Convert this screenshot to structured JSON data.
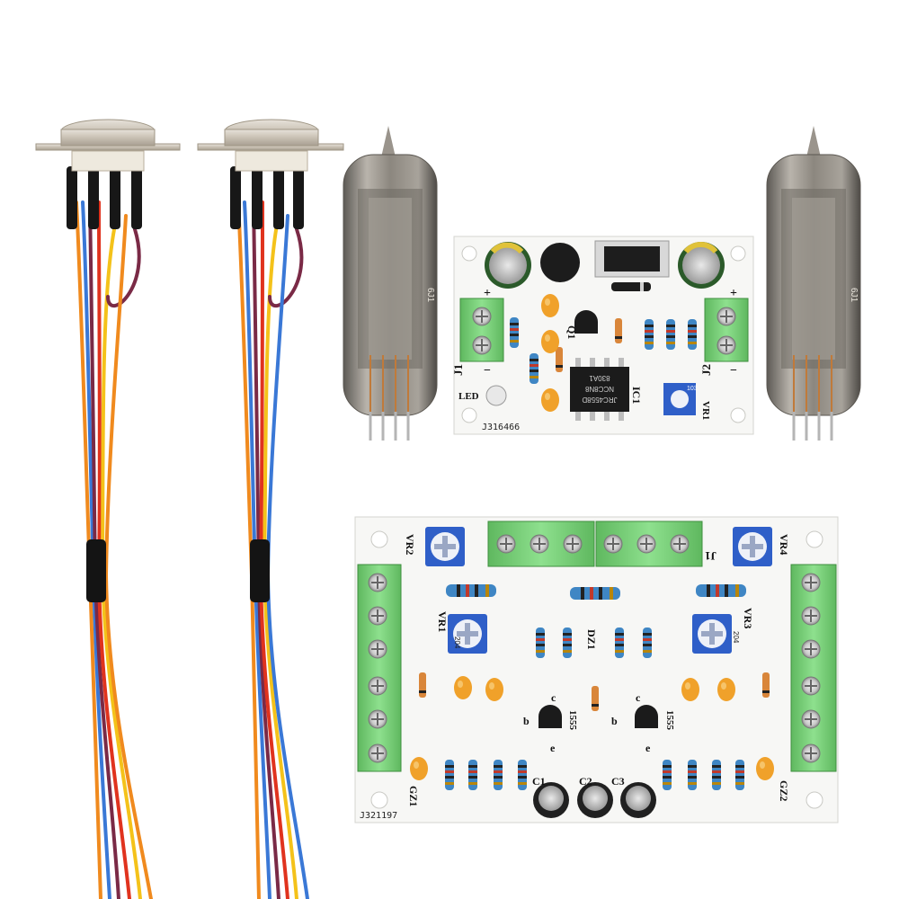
{
  "colors": {
    "background": "#ffffff",
    "pcb": "#f7f7f5",
    "terminal_green": "#7fd07f",
    "tube_glass": "#8c8780",
    "resistor_body": "#3f86c4",
    "capacitor_orange": "#f0a12a",
    "trimpot_blue": "#2f5fc8",
    "wire_orange": "#f08a1e",
    "wire_blue": "#3a78d6",
    "wire_yellow": "#f4c21a",
    "wire_red": "#e0331e",
    "wire_purple": "#7a2a46"
  },
  "top_board": {
    "code": "J316466",
    "chip_lines": [
      "JRC4558D",
      "NCC8N8",
      "830A1"
    ],
    "labels": {
      "j1": "J1",
      "j2": "J2",
      "led": "LED",
      "ic1": "IC1",
      "q1": "Q1",
      "vr1": "VR1",
      "plus_left": "+",
      "minus_left": "−",
      "plus_right": "+",
      "minus_right": "−",
      "trim_value": "103"
    }
  },
  "bottom_board": {
    "code": "J321197",
    "labels": {
      "vr1": "VR1",
      "vr2": "VR2",
      "vr3": "VR3",
      "vr4": "VR4",
      "dz1": "DZ1",
      "gz1": "GZ1",
      "gz2": "GZ2",
      "j1": "J1",
      "c1": "C1",
      "c2": "C2",
      "c3": "C3",
      "b_left": "b",
      "c_left": "c",
      "e_left": "e",
      "b_right": "b",
      "c_right": "c",
      "e_right": "e",
      "t_left": "1555",
      "t_right": "1555",
      "pot_value": "204"
    }
  },
  "tube_marking": "6J1"
}
